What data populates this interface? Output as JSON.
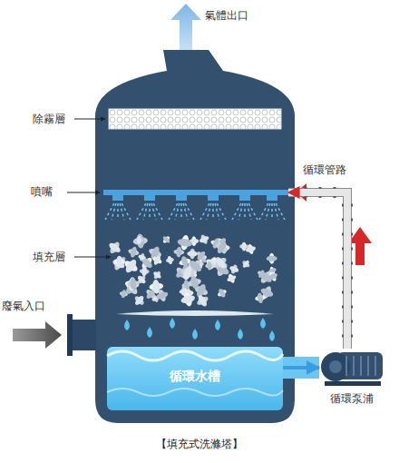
{
  "diagram": {
    "caption": "【填充式洗滌塔】",
    "nodes": [
      {
        "text": [
          "循環水槽"
        ]
      },
      {
        "text": [
          "循環泵浦"
        ]
      },
      {
        "text": [
          "噴嘴"
        ]
      }
    ],
    "edges": [
      {
        "from": 0,
        "to": 1,
        "arrow": "to"
      },
      {
        "from": 1,
        "to": 2,
        "label": "循環管路",
        "arrow": "to"
      }
    ],
    "labels": [
      "氣體出口",
      "除霧層",
      "填充層",
      "廢氣入口"
    ]
  }
}
